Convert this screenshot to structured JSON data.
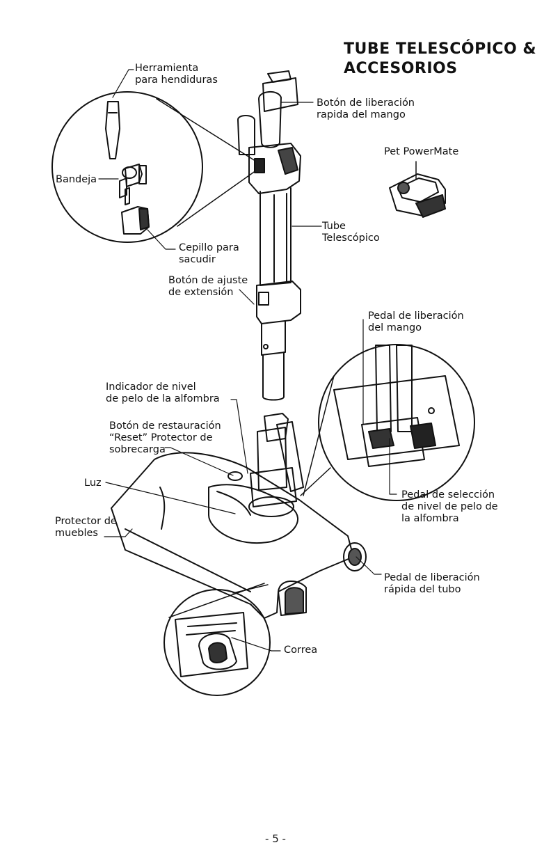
{
  "title": {
    "line1": "TUBE TELESCÓPICO &",
    "line2": "ACCESORIOS"
  },
  "labels": {
    "herramienta": "Herramienta\npara hendiduras",
    "bandeja": "Bandeja",
    "cepillo": "Cepillo para\nsacudir",
    "boton_liberacion_mango": "Botón de liberación\nrapida del mango",
    "pet_powermate": "Pet PowerMate",
    "tube_telescopico": "Tube\nTelescópico",
    "boton_ajuste": "Botón de ajuste\nde extensión",
    "pedal_liberacion_mango": "Pedal de liberación\ndel mango",
    "indicador_nivel": "Indicador de nivel\nde pelo de la alfombra",
    "boton_reset": "Botón de restauración\n“Reset” Protector de\nsobrecarga",
    "luz": "Luz",
    "protector_muebles": "Protector de\nmuebles",
    "pedal_seleccion": "Pedal de selección\nde nivel de pelo de\nla alfombra",
    "pedal_liberacion_tubo": "Pedal de liberación\nrápida del tubo",
    "correa": "Correa"
  },
  "page_number": "- 5 -"
}
